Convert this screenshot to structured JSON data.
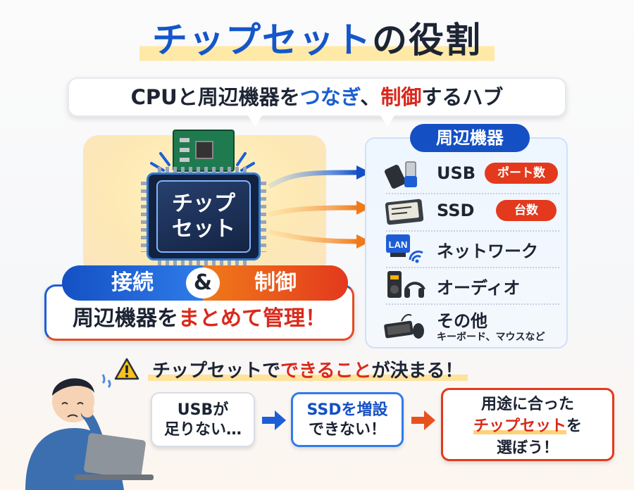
{
  "title": {
    "part1": "チップセット",
    "part2": "の役割"
  },
  "subtitle": {
    "part1": "CPUと周辺機器を",
    "connect": "つなぎ",
    "comma": "、",
    "control": "制御",
    "part2": "するハブ"
  },
  "chip": {
    "line1": "チップ",
    "line2": "セット"
  },
  "connect_control": {
    "connect": "接続",
    "amp": "&",
    "control": "制御",
    "summary_prefix": "周辺機器を",
    "summary_highlight": "まとめて管理！"
  },
  "peripherals": {
    "heading": "周辺機器",
    "items": [
      {
        "label": "USB",
        "badge": "ポート数",
        "icon": "usb-icon"
      },
      {
        "label": "SSD",
        "badge": "台数",
        "icon": "ssd-icon"
      },
      {
        "label": "ネットワーク",
        "icon": "lan-wifi-icon"
      },
      {
        "label": "オーディオ",
        "icon": "audio-icon"
      },
      {
        "label": "その他",
        "note": "キーボード、マウスなど",
        "icon": "keyboard-mouse-icon"
      }
    ]
  },
  "warning": {
    "prefix": "チップセットで",
    "highlight": "できること",
    "suffix": "が決まる！"
  },
  "flow": {
    "step1": {
      "line1": "USBが",
      "line2": "足りない…"
    },
    "step2": {
      "line1": "SSDを増設",
      "line2": "できない！"
    },
    "step3": {
      "line1": "用途に合った",
      "line2_highlight": "チップセット",
      "line2_suffix": "を",
      "line3": "選ぼう！"
    }
  },
  "colors": {
    "blue": "#1556c9",
    "red": "#d9271c",
    "orange": "#f07a1a"
  }
}
